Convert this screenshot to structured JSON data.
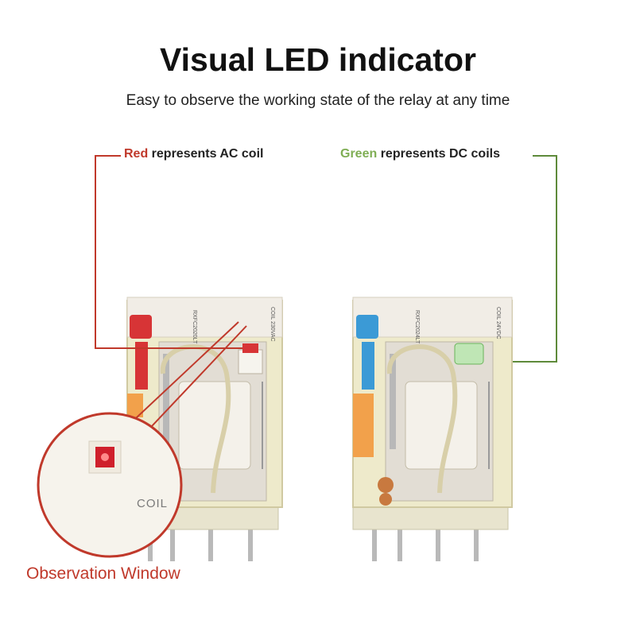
{
  "header": {
    "title": "Visual LED indicator",
    "subtitle": "Easy to observe the working state of the relay at any time"
  },
  "labels": {
    "red_word": "Red",
    "red_rest": " represents AC  coil",
    "green_word": "Green",
    "green_rest": " represents DC coils"
  },
  "callout": {
    "coil_text": "COIL",
    "observation": "Observation Window"
  },
  "relays": {
    "left_model": "RXFC2020LT",
    "left_rating": "COIL 230VAC",
    "right_model": "RXFC2024LT",
    "right_rating": "COIL 24VDC"
  },
  "colors": {
    "ac_red": "#c0392b",
    "dc_green": "#5e8a3a",
    "green_text": "#7fae54",
    "relay_body": "#eeeacb"
  }
}
